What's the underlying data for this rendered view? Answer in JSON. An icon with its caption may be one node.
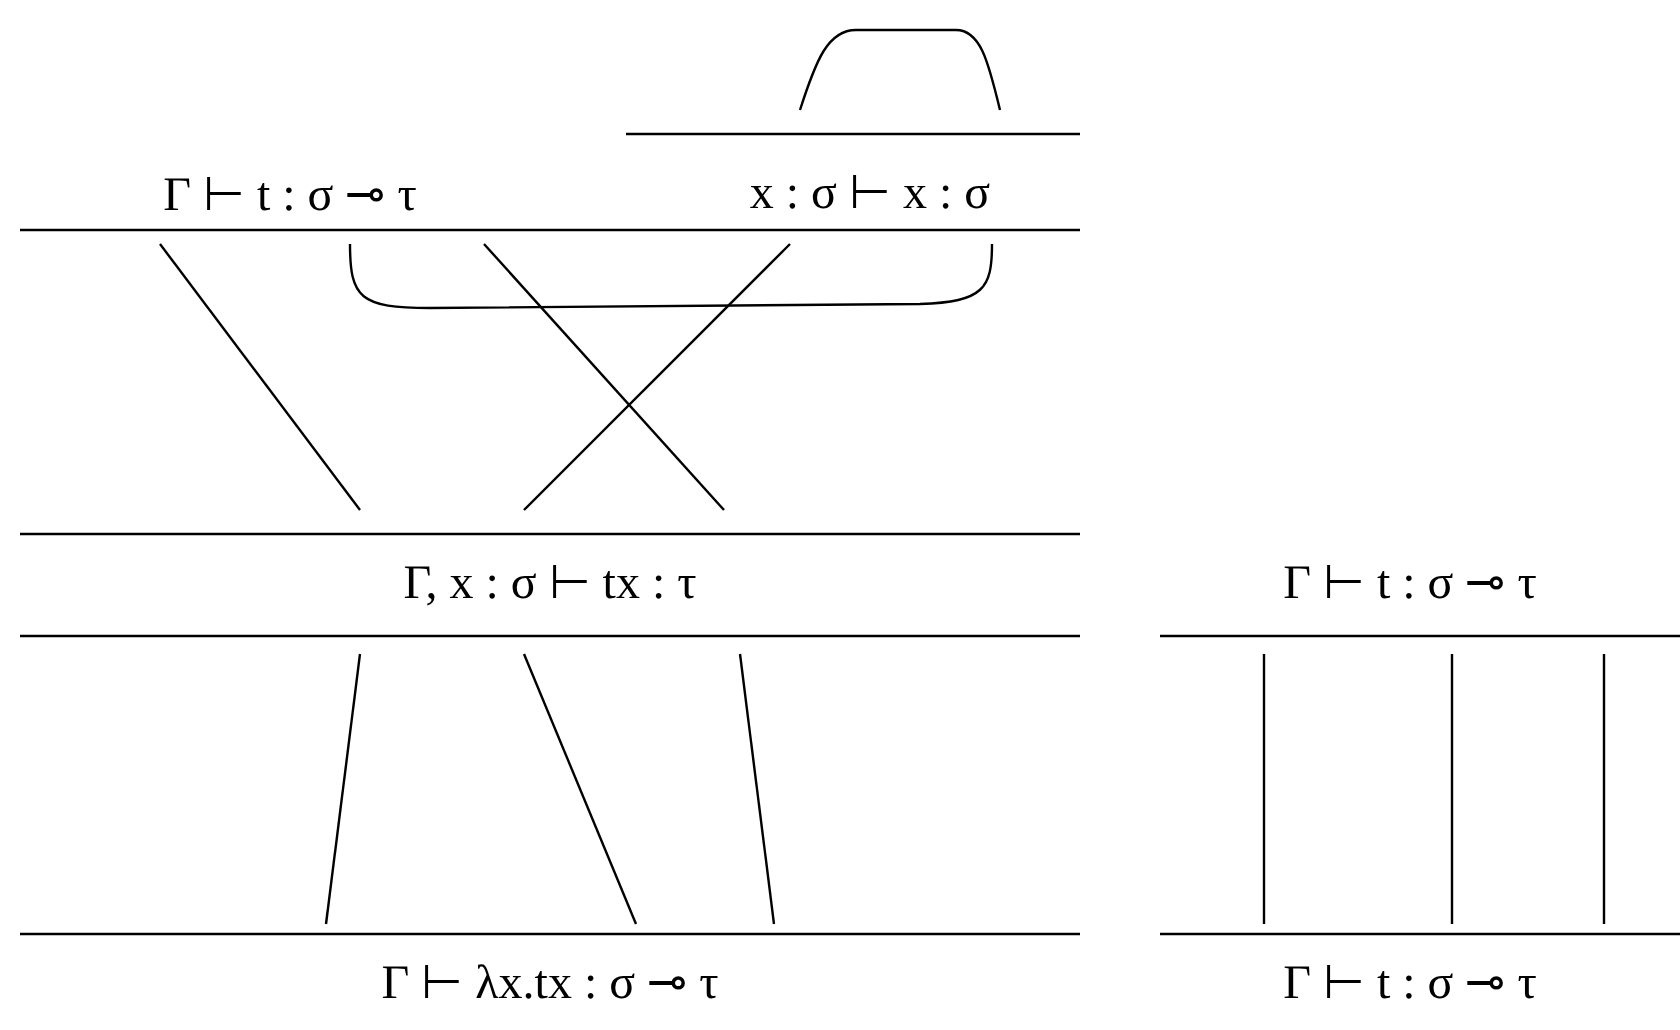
{
  "diagram": {
    "nodes": [
      {
        "text": [
          "Γ ⊢ t : σ ⊸ τ"
        ]
      },
      {
        "text": [
          "x : σ ⊢ x : σ"
        ]
      },
      {
        "text": [
          "Γ, x : σ ⊢ tx : τ"
        ]
      },
      {
        "text": [
          "Γ ⊢ λx.tx : σ ⊸ τ"
        ]
      },
      {
        "text": [
          "Γ ⊢ t : σ ⊸ τ"
        ]
      },
      {
        "text": [
          "Γ ⊢ t : σ ⊸ τ"
        ]
      }
    ],
    "edges": [
      {
        "from": 1,
        "to": 1,
        "arrow": "none"
      },
      {
        "from": 0,
        "to": 2,
        "arrow": "none"
      },
      {
        "from": 0,
        "to": 1,
        "arrow": "none"
      },
      {
        "from": 0,
        "to": 2,
        "arrow": "none"
      },
      {
        "from": 1,
        "to": 2,
        "arrow": "none"
      },
      {
        "from": 2,
        "to": 3,
        "arrow": "none"
      },
      {
        "from": 2,
        "to": 3,
        "arrow": "none"
      },
      {
        "from": 2,
        "to": 3,
        "arrow": "none"
      },
      {
        "from": 4,
        "to": 5,
        "arrow": "none"
      },
      {
        "from": 4,
        "to": 5,
        "arrow": "none"
      },
      {
        "from": 4,
        "to": 5,
        "arrow": "none"
      }
    ]
  }
}
